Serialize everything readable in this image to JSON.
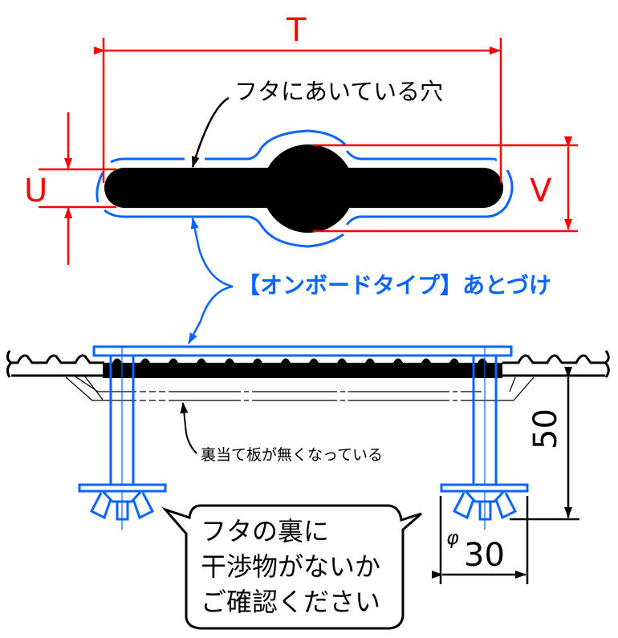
{
  "dimensions": {
    "T": "T",
    "U": "U",
    "V": "V",
    "height": "50",
    "diameter_symbol": "φ",
    "diameter_value": "30"
  },
  "labels": {
    "hole_in_lid": "フタにあいている穴",
    "onboard_type": "【オンボードタイプ】あとづけ",
    "backing_plate_missing": "裏当て板が無くなっている"
  },
  "callout": {
    "lines": [
      "フタの裏に",
      "干渉物がないか",
      "ご確認ください"
    ]
  },
  "colors": {
    "dimension": "#ff0000",
    "fitting": "#0a64ff",
    "outline": "#000000"
  }
}
